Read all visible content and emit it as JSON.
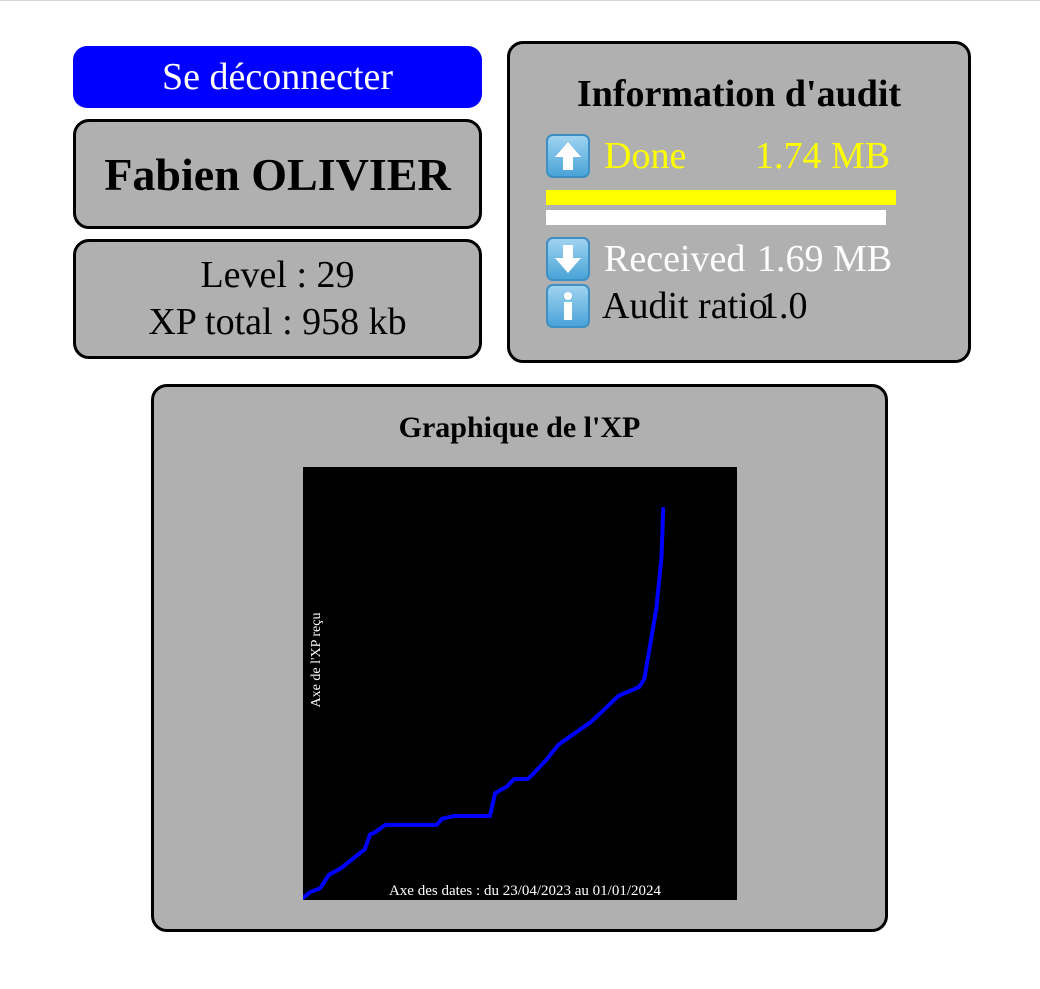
{
  "logout": {
    "label": "Se déconnecter"
  },
  "user": {
    "name": "Fabien OLIVIER"
  },
  "stats": {
    "level_text": "Level : 29",
    "xp_text": "XP total : 958 kb"
  },
  "audit": {
    "title": "Information d'audit",
    "done": {
      "icon": "up-arrow-icon",
      "label": "Done",
      "value": "1.74 MB",
      "color": "#ffff00",
      "bar_fraction": 1.0
    },
    "received": {
      "icon": "down-arrow-icon",
      "label": "Received",
      "value": "1.69 MB",
      "color": "#ffffff",
      "bar_fraction": 0.971
    },
    "ratio": {
      "icon": "information-icon",
      "label": "Audit ratio",
      "value": "1.0"
    }
  },
  "graph": {
    "title": "Graphique de l'XP",
    "background": "#000000",
    "line_color": "#0000ff",
    "chart_data": {
      "type": "line",
      "title": "Graphique de l'XP",
      "xlabel": "Axe des dates : du 23/04/2023 au 01/01/2024",
      "ylabel": "Axe de l'XP reçu",
      "xlim": [
        "2023-04-23",
        "2024-01-01"
      ],
      "ylim": [
        0,
        958
      ],
      "unit": "kb",
      "grid": false,
      "legend": "none",
      "series": [
        {
          "points": [
            [
              "2023-04-23",
              0
            ],
            [
              "2023-04-27",
              14
            ],
            [
              "2023-05-03",
              24
            ],
            [
              "2023-05-08",
              57
            ],
            [
              "2023-05-15",
              73
            ],
            [
              "2023-05-21",
              93
            ],
            [
              "2023-05-29",
              120
            ],
            [
              "2023-06-01",
              156
            ],
            [
              "2023-06-04",
              162
            ],
            [
              "2023-06-10",
              180
            ],
            [
              "2023-07-10",
              180
            ],
            [
              "2023-07-13",
              195
            ],
            [
              "2023-07-20",
              202
            ],
            [
              "2023-08-10",
              202
            ],
            [
              "2023-08-13",
              258
            ],
            [
              "2023-08-20",
              275
            ],
            [
              "2023-08-24",
              293
            ],
            [
              "2023-09-01",
              293
            ],
            [
              "2023-09-04",
              305
            ],
            [
              "2023-09-12",
              341
            ],
            [
              "2023-09-19",
              378
            ],
            [
              "2023-10-08",
              434
            ],
            [
              "2023-10-24",
              498
            ],
            [
              "2023-11-05",
              520
            ],
            [
              "2023-11-08",
              540
            ],
            [
              "2023-11-15",
              714
            ],
            [
              "2023-11-18",
              839
            ],
            [
              "2023-11-19",
              958
            ]
          ]
        }
      ]
    }
  }
}
